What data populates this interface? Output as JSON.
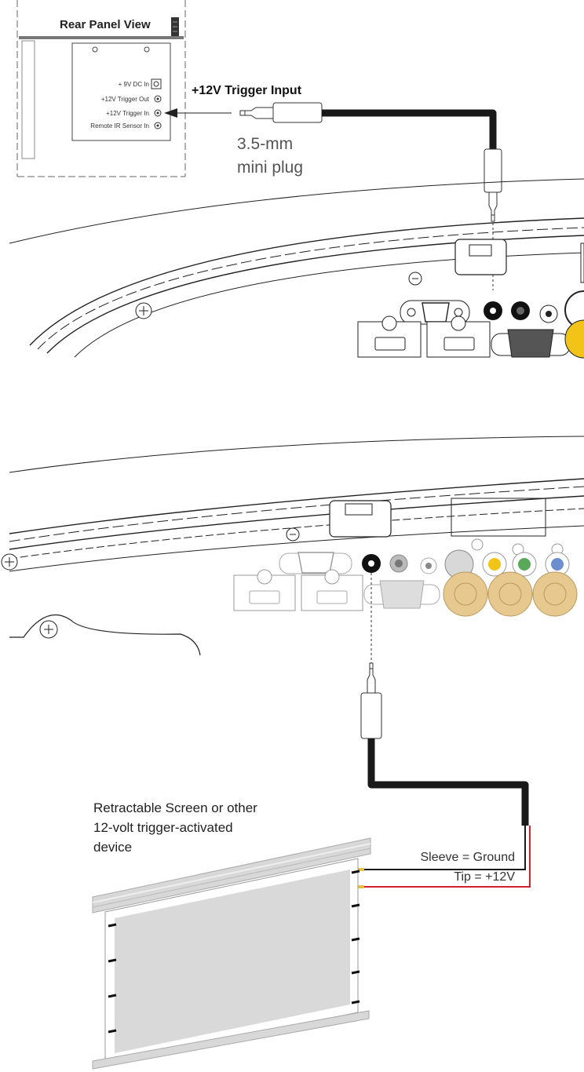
{
  "rear_panel": {
    "title": "Rear Panel View",
    "connectors": [
      {
        "label": "+ 9V DC In"
      },
      {
        "label": "+12V Trigger Out"
      },
      {
        "label": "+12V Trigger In"
      },
      {
        "label": "Remote IR Sensor In"
      }
    ]
  },
  "trigger_input_label": "+12V Trigger Input",
  "plug_label_line1": "3.5-mm",
  "plug_label_line2": "mini plug",
  "device_label_line1": "Retractable Screen or other",
  "device_label_line2": "12-volt trigger-activated",
  "device_label_line3": "device",
  "wire_sleeve_label": "Sleeve = Ground",
  "wire_tip_label": "Tip = +12V",
  "colors": {
    "cable": "#1a1a1a",
    "tip_wire": "#d0202a",
    "bnc_gold": "#e7c98f",
    "yellow_jack": "#f2c418",
    "green_jack": "#5aa85a",
    "blue_jack": "#6c8fd0"
  }
}
